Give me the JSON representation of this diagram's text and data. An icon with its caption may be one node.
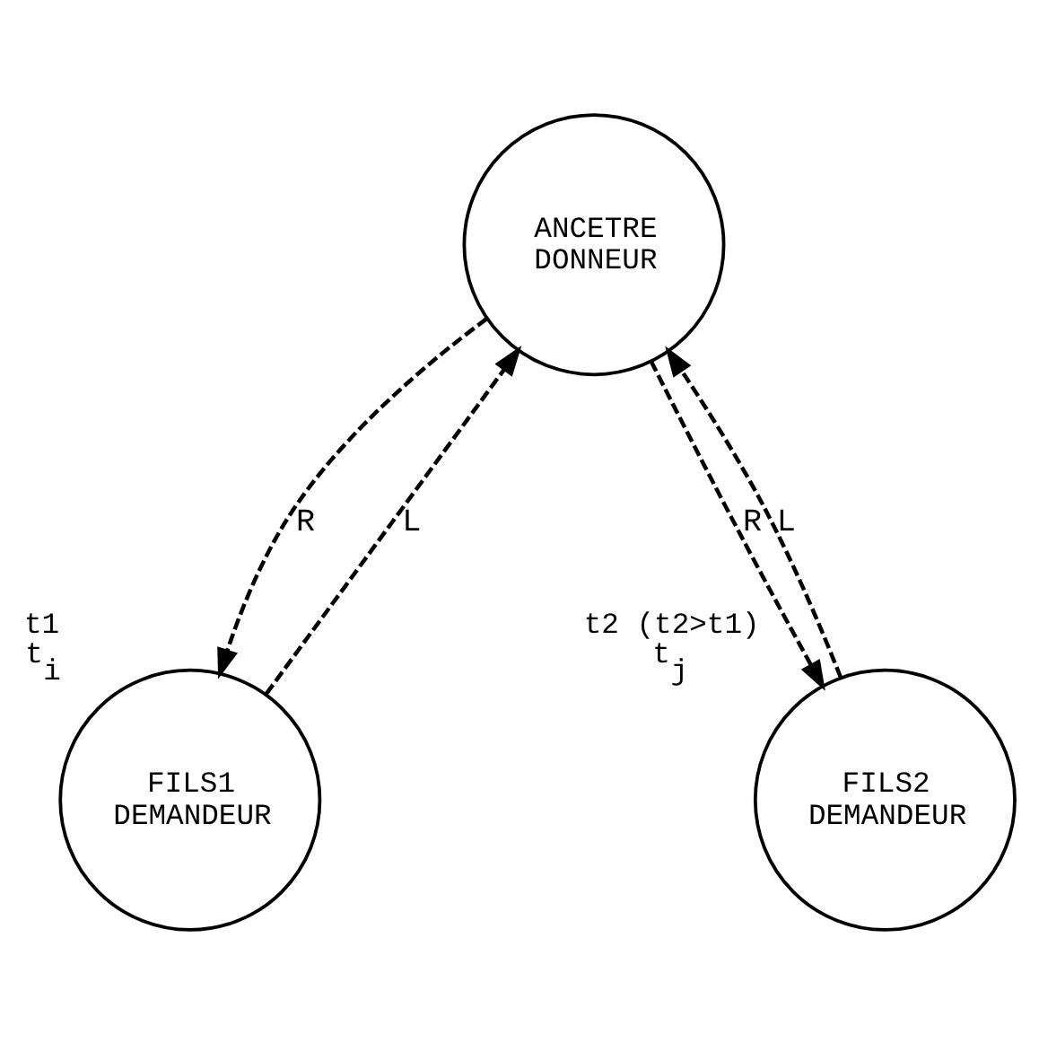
{
  "diagram": {
    "nodes": [
      {
        "text": [
          "ANCETRE DONNEUR"
        ]
      },
      {
        "text": [
          "FILS1 DEMANDEUR"
        ],
        "beside": [
          "t1",
          "t$_{i}$"
        ]
      },
      {
        "text": [
          "FILS2 DEMANDEUR"
        ],
        "beside": [
          "t2 (t2>t1)",
          "t$_{j}$"
        ]
      }
    ],
    "edges": [
      {
        "from": 1,
        "to": 0,
        "arrow": "to",
        "label": "L",
        "style": "dashed"
      },
      {
        "from": 0,
        "to": 1,
        "arrow": "to",
        "label": "R",
        "style": "dashed"
      },
      {
        "from": 2,
        "to": 0,
        "arrow": "to",
        "label": "L",
        "style": "dashed"
      },
      {
        "from": 0,
        "to": 2,
        "arrow": "to",
        "label": "R",
        "style": "dashed"
      }
    ]
  }
}
